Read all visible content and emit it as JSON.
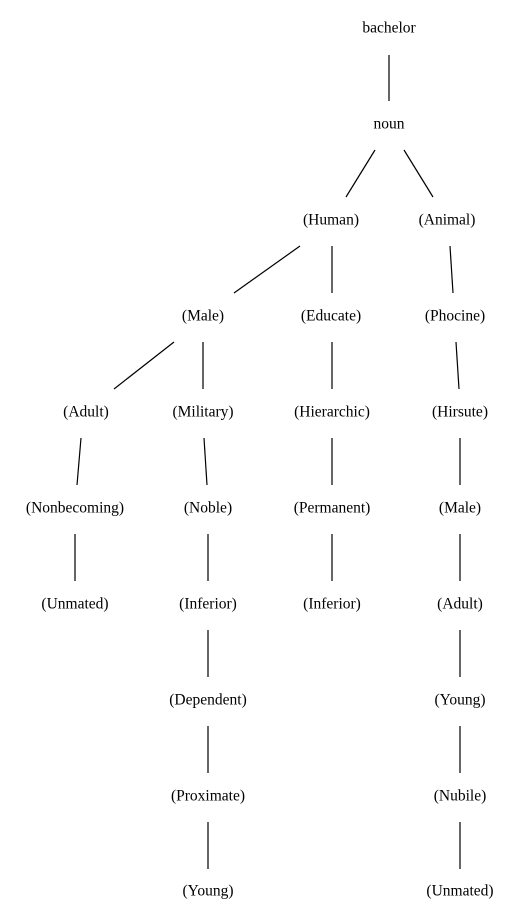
{
  "tree": {
    "nodes": [
      {
        "id": "bachelor",
        "label": "bachelor",
        "parent": null
      },
      {
        "id": "noun",
        "label": "noun",
        "parent": "bachelor"
      },
      {
        "id": "human",
        "label": "(Human)",
        "parent": "noun"
      },
      {
        "id": "animal",
        "label": "(Animal)",
        "parent": "noun"
      },
      {
        "id": "male1",
        "label": "(Male)",
        "parent": "human"
      },
      {
        "id": "educate",
        "label": "(Educate)",
        "parent": "human"
      },
      {
        "id": "phocine",
        "label": "(Phocine)",
        "parent": "animal"
      },
      {
        "id": "adult1",
        "label": "(Adult)",
        "parent": "male1"
      },
      {
        "id": "military",
        "label": "(Military)",
        "parent": "male1"
      },
      {
        "id": "hierarchic",
        "label": "(Hierarchic)",
        "parent": "educate"
      },
      {
        "id": "hirsute",
        "label": "(Hirsute)",
        "parent": "phocine"
      },
      {
        "id": "nonbecoming",
        "label": "(Nonbecoming)",
        "parent": "adult1"
      },
      {
        "id": "noble",
        "label": "(Noble)",
        "parent": "military"
      },
      {
        "id": "permanent",
        "label": "(Permanent)",
        "parent": "hierarchic"
      },
      {
        "id": "male2",
        "label": "(Male)",
        "parent": "hirsute"
      },
      {
        "id": "unmated1",
        "label": "(Unmated)",
        "parent": "nonbecoming"
      },
      {
        "id": "inferior1",
        "label": "(Inferior)",
        "parent": "noble"
      },
      {
        "id": "inferior2",
        "label": "(Inferior)",
        "parent": "permanent"
      },
      {
        "id": "adult2",
        "label": "(Adult)",
        "parent": "male2"
      },
      {
        "id": "dependent",
        "label": "(Dependent)",
        "parent": "inferior1"
      },
      {
        "id": "young1",
        "label": "(Young)",
        "parent": "adult2"
      },
      {
        "id": "proximate",
        "label": "(Proximate)",
        "parent": "dependent"
      },
      {
        "id": "nubile",
        "label": "(Nubile)",
        "parent": "young1"
      },
      {
        "id": "young2",
        "label": "(Young)",
        "parent": "proximate"
      },
      {
        "id": "unmated2",
        "label": "(Unmated)",
        "parent": "nubile"
      }
    ]
  }
}
